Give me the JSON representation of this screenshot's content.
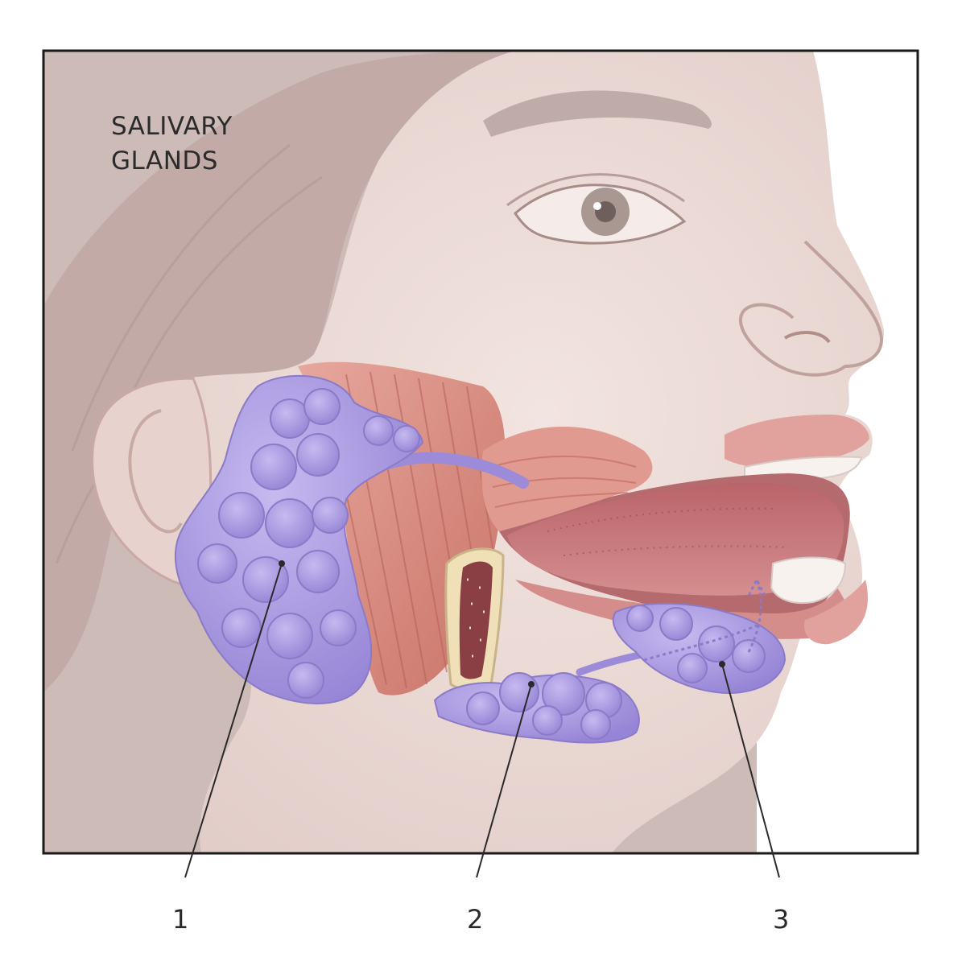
{
  "title": {
    "line1": "SALIVARY",
    "line2": "GLANDS"
  },
  "labels": [
    "1",
    "2",
    "3"
  ],
  "colors": {
    "background": "#cdbbb8",
    "hair": "#c1aaa6",
    "skin": "#ecdcd8",
    "gland": "#a99ae0",
    "muscle": "#d88a80",
    "tongue": "#c9777a",
    "lips": "#e3a3a0",
    "bone": "#efe0b8",
    "frame": "#1a1a1a"
  }
}
